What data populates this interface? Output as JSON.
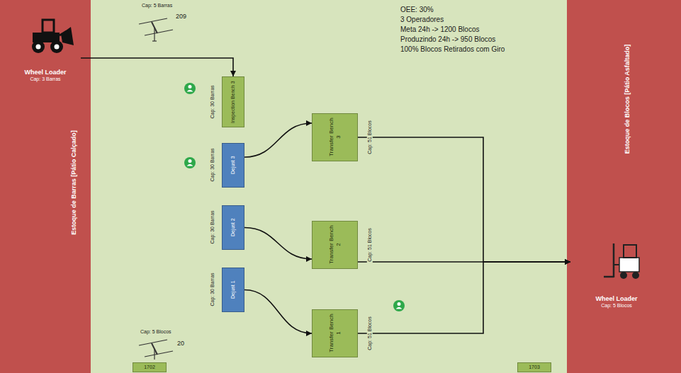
{
  "diagram": {
    "nodes": [
      {
        "text": [
          "Estoque de Barras [Pátio Calçado]"
        ]
      },
      {
        "text": [
          "Wheel Loader",
          "Cap: 3 Barras"
        ],
        "in": 0
      },
      {
        "text": [
          "Inspection Bench 3"
        ]
      },
      {
        "text": [
          "Dejust 3"
        ]
      },
      {
        "text": [
          "Dejust 2"
        ]
      },
      {
        "text": [
          "Dejust 1"
        ]
      },
      {
        "text": [
          "Transfer Bench 3"
        ]
      },
      {
        "text": [
          "Transfer Bench 2"
        ]
      },
      {
        "text": [
          "Transfer Bench 1"
        ]
      },
      {
        "text": [
          "Estoque de Blocos [Pátio Asfaltado]"
        ]
      },
      {
        "text": [
          "Wheel Loader",
          "Cap: 5 Blocos"
        ],
        "in": 9
      },
      {
        "text": [
          "1702"
        ]
      },
      {
        "text": [
          "1703"
        ]
      }
    ],
    "edges": [
      {
        "from": 1,
        "to": 2,
        "arrow": "to"
      },
      {
        "from": 3,
        "to": 6,
        "arrow": "to"
      },
      {
        "from": 4,
        "to": 7,
        "arrow": "to"
      },
      {
        "from": 5,
        "to": 8,
        "arrow": "to"
      },
      {
        "from": 6,
        "to": 10,
        "arrow": "to"
      },
      {
        "from": 7,
        "to": 10,
        "arrow": "to"
      },
      {
        "from": 8,
        "to": 10,
        "arrow": "to"
      }
    ],
    "labels": [
      "Cap: 5 Barras",
      "209",
      "Cap: 5 Blocos",
      "20",
      "Cap: 30 Barras",
      "Cap: 30 Barras",
      "Cap: 30 Barras",
      "Cap: 30 Barras",
      "Cap: 51 Blocos",
      "Cap: 51 Blocos",
      "Cap: 51 Blocos",
      "OEE: 30%",
      "3 Operadores",
      "Meta 24h -> 1200 Blocos",
      "Produzindo 24h -> 950 Blocos",
      "100% Blocos Retirados com Giro"
    ]
  }
}
